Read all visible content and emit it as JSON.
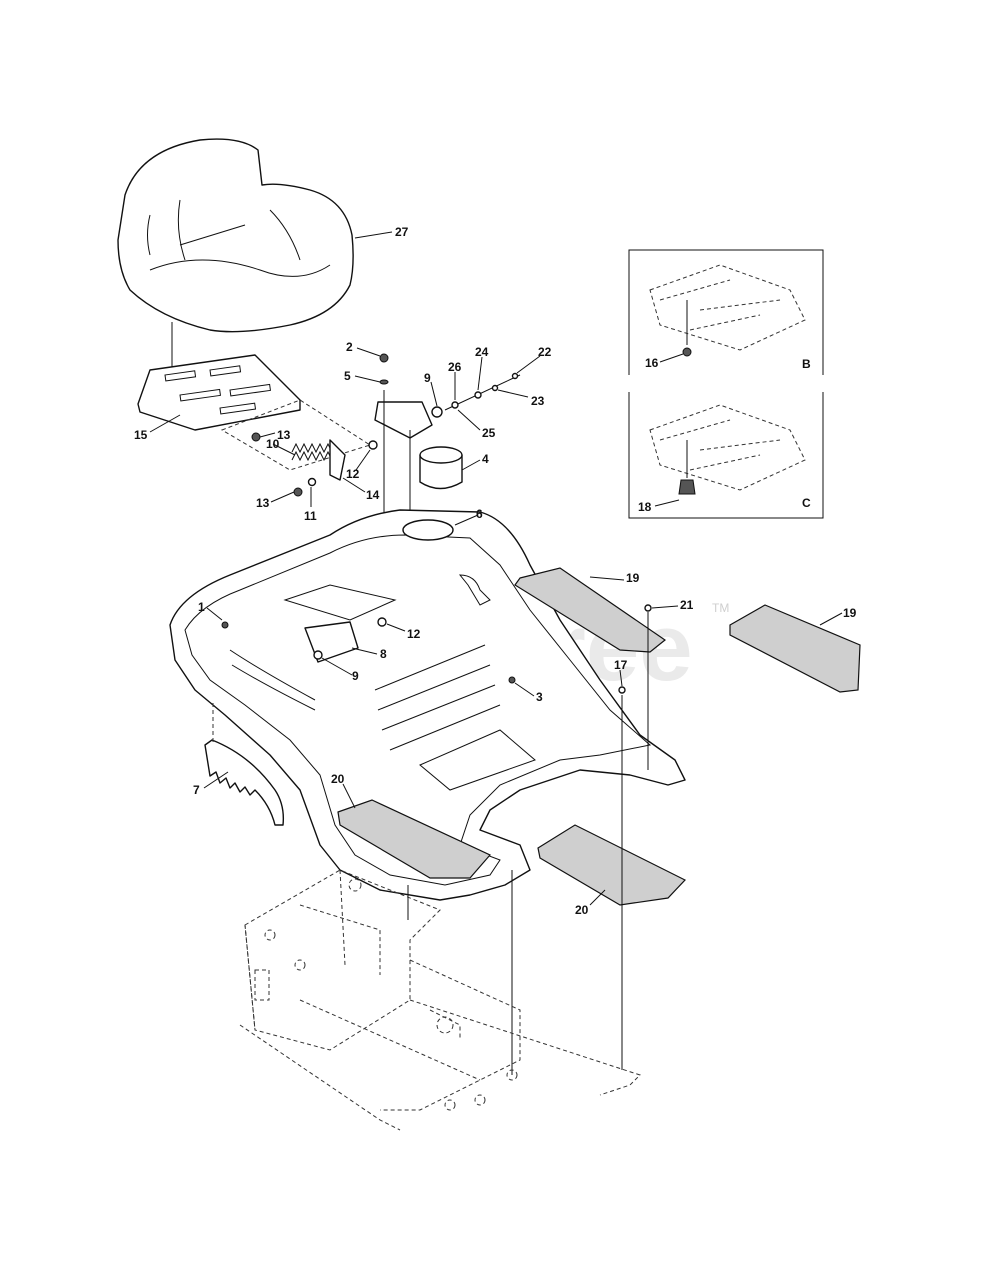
{
  "watermark": {
    "text": "PartsTree",
    "trademark": "TM"
  },
  "insets": [
    {
      "letter": "B",
      "part": "16"
    },
    {
      "letter": "C",
      "part": "18"
    }
  ],
  "callouts": [
    {
      "id": "c27",
      "label": "27"
    },
    {
      "id": "c2",
      "label": "2"
    },
    {
      "id": "c5",
      "label": "5"
    },
    {
      "id": "c9a",
      "label": "9"
    },
    {
      "id": "c26",
      "label": "26"
    },
    {
      "id": "c24",
      "label": "24"
    },
    {
      "id": "c22",
      "label": "22"
    },
    {
      "id": "c23",
      "label": "23"
    },
    {
      "id": "c25",
      "label": "25"
    },
    {
      "id": "c15",
      "label": "15"
    },
    {
      "id": "c13a",
      "label": "13"
    },
    {
      "id": "c10",
      "label": "10"
    },
    {
      "id": "c12a",
      "label": "12"
    },
    {
      "id": "c14",
      "label": "14"
    },
    {
      "id": "c4",
      "label": "4"
    },
    {
      "id": "c13b",
      "label": "13"
    },
    {
      "id": "c11",
      "label": "11"
    },
    {
      "id": "c6",
      "label": "6"
    },
    {
      "id": "c19a",
      "label": "19"
    },
    {
      "id": "c21",
      "label": "21"
    },
    {
      "id": "c19b",
      "label": "19"
    },
    {
      "id": "c1",
      "label": "1"
    },
    {
      "id": "c12b",
      "label": "12"
    },
    {
      "id": "c8",
      "label": "8"
    },
    {
      "id": "c9b",
      "label": "9"
    },
    {
      "id": "c3",
      "label": "3"
    },
    {
      "id": "c17",
      "label": "17"
    },
    {
      "id": "c7",
      "label": "7"
    },
    {
      "id": "c20a",
      "label": "20"
    },
    {
      "id": "c20b",
      "label": "20"
    }
  ]
}
